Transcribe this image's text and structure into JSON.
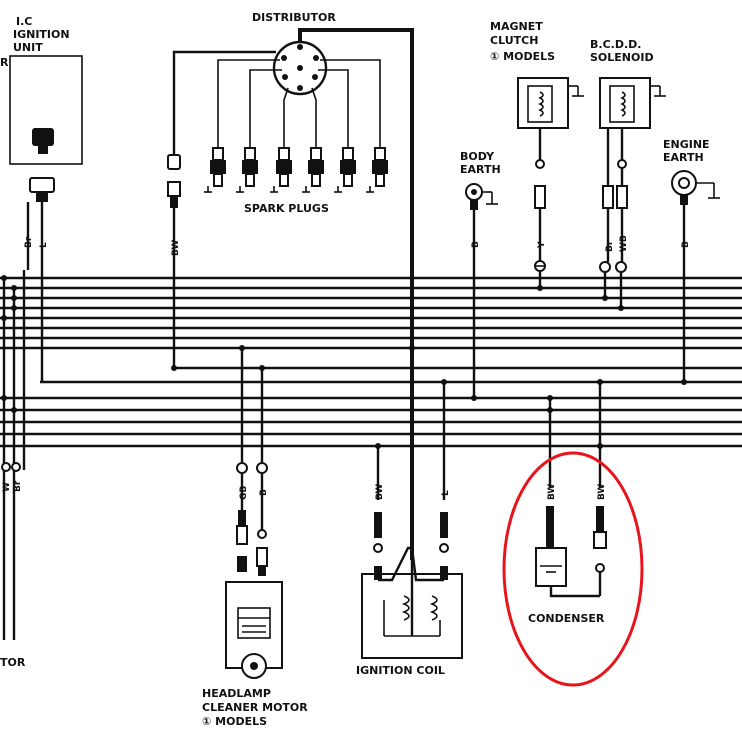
{
  "labels": {
    "ic_unit_line1": "I.C",
    "ic_unit_line2": "IGNITION",
    "ic_unit_line3": "UNIT",
    "left_edge_top": "R",
    "distributor": "DISTRIBUTOR",
    "spark_plugs": "SPARK PLUGS",
    "magnet_line1": "MAGNET",
    "magnet_line2": "CLUTCH",
    "magnet_line3": "① MODELS",
    "bcdd_line1": "B.C.D.D.",
    "bcdd_line2": "SOLENOID",
    "body_earth_line1": "BODY",
    "body_earth_line2": "EARTH",
    "engine_earth_line1": "ENGINE",
    "engine_earth_line2": "EARTH",
    "condenser": "CONDENSER",
    "ignition_coil": "IGNITION COIL",
    "headlamp_line1": "HEADLAMP",
    "headlamp_line2": "CLEANER MOTOR",
    "headlamp_line3": "① MODELS",
    "left_edge_bottom": "TOR"
  },
  "wire_codes": {
    "ic_left": "Br",
    "ic_right": "L",
    "dist": "BW",
    "body": "B",
    "magnet": "Y",
    "bcdd_left": "Br",
    "bcdd_right": "WB",
    "engine": "B",
    "left_low_a": "W",
    "left_low_b": "Br",
    "head_left": "GB",
    "head_right": "B",
    "coil_left": "BW",
    "coil_right": "L",
    "cond_left": "BW",
    "cond_right": "BW"
  },
  "colors": {
    "line": "#111111",
    "highlight": "#e8141c",
    "background": "#ffffff"
  }
}
